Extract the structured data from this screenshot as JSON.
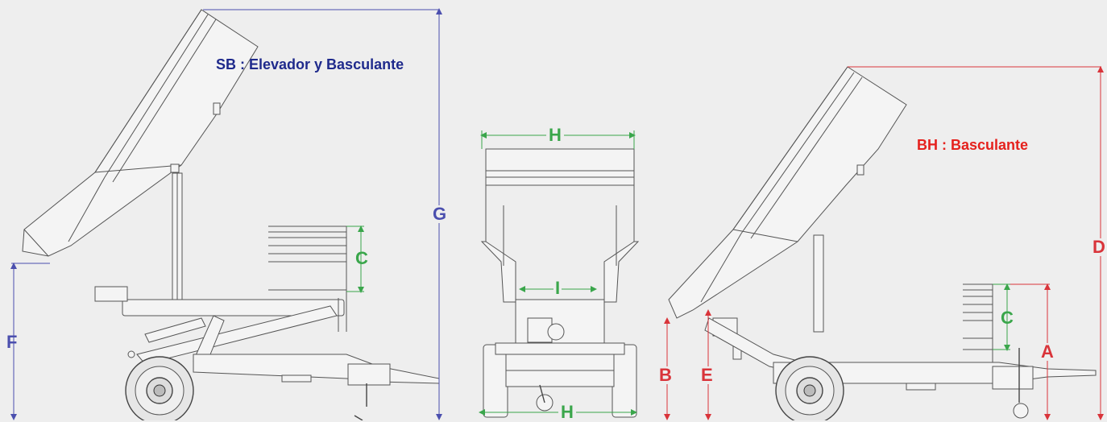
{
  "colors": {
    "background": "#eeeeee",
    "blue": "#4b4fae",
    "navy": "#1f2a8c",
    "green": "#3aa64b",
    "red": "#d9343a",
    "drawing": "#555555"
  },
  "titles": {
    "sb": "SB : Elevador y Basculante",
    "bh": "BH : Basculante"
  },
  "dimensions": {
    "g": "G",
    "f": "F",
    "c_left": "C",
    "h_top": "H",
    "i": "I",
    "h_bottom": "H",
    "b": "B",
    "e": "E",
    "c_right": "C",
    "a": "A",
    "d": "D"
  }
}
